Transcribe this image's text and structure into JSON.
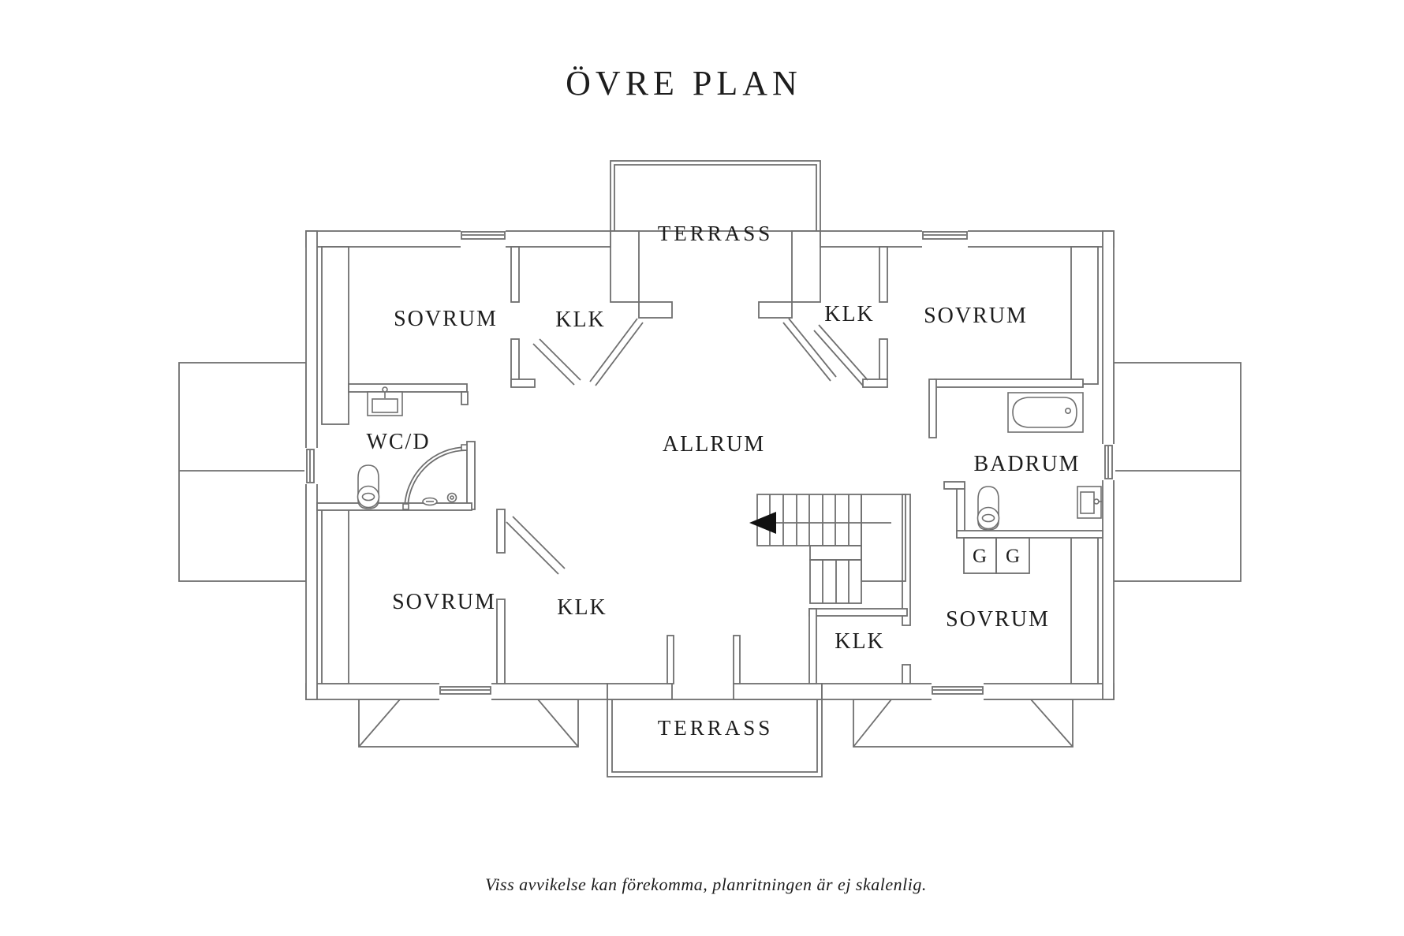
{
  "plan": {
    "title": "ÖVRE PLAN",
    "rooms": {
      "terrass_top": "TERRASS",
      "sovrum_tl": "SOVRUM",
      "klk_tl": "KLK",
      "klk_tr": "KLK",
      "sovrum_tr": "SOVRUM",
      "allrum": "ALLRUM",
      "wcd": "WC/D",
      "badrum": "BADRUM",
      "sovrum_bl": "SOVRUM",
      "klk_bl": "KLK",
      "klk_br": "KLK",
      "sovrum_br": "SOVRUM",
      "terrass_bottom": "TERRASS"
    },
    "wardrobes": {
      "left": "G",
      "right": "G"
    },
    "disclaimer": "Viss avvikelse kan förekomma, planritningen är ej skalenlig.",
    "colors": {
      "background": "#ffffff",
      "wall_line": "#6f6f6f",
      "label_text": "#1d1d1d",
      "stair_arrow": "#111111"
    }
  }
}
